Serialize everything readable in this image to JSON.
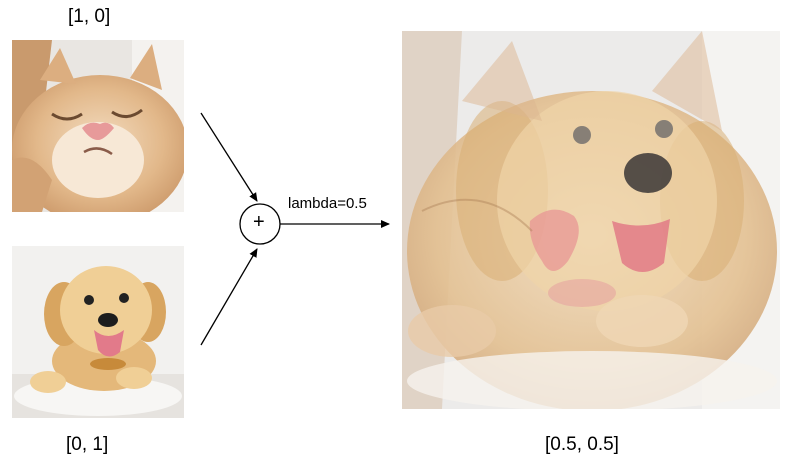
{
  "top_input": {
    "label": "[1, 0]",
    "image": "cat-photo"
  },
  "bottom_input": {
    "label": "[0, 1]",
    "image": "dog-photo"
  },
  "operator": {
    "symbol": "+",
    "icon": "plus-circle-icon"
  },
  "edge_label": "lambda=0.5",
  "output": {
    "label": "[0.5, 0.5]",
    "image": "cat-dog-blend-photo"
  }
}
